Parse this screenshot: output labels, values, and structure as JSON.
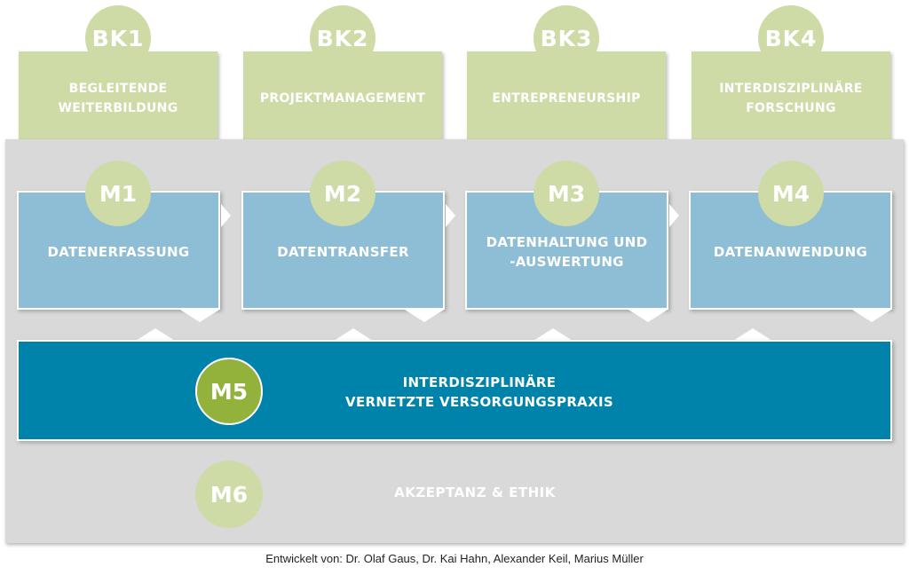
{
  "bk": [
    {
      "code": "BK1",
      "label": "BEGLEITENDE\nWEITERBILDUNG"
    },
    {
      "code": "BK2",
      "label": "PROJEKTMANAGEMENT"
    },
    {
      "code": "BK3",
      "label": "ENTREPRENEURSHIP"
    },
    {
      "code": "BK4",
      "label": "INTERDISZIPLINÄRE\nFORSCHUNG"
    }
  ],
  "modules": [
    {
      "code": "M1",
      "label": "DATENERFASSUNG"
    },
    {
      "code": "M2",
      "label": "DATENTRANSFER"
    },
    {
      "code": "M3",
      "label": "DATENHALTUNG UND\n-AUSWERTUNG"
    },
    {
      "code": "M4",
      "label": "DATENANWENDUNG"
    }
  ],
  "m5": {
    "code": "M5",
    "label": "INTERDISZIPLINÄRE\nVERNETZTE VERSORGUNGSPRAXIS"
  },
  "m6": {
    "code": "M6",
    "label": "AKZEPTANZ & ETHIK"
  },
  "footer": "Entwickelt von: Dr. Olaf Gaus, Dr. Kai Hahn, Alexander Keil, Marius Müller",
  "colors": {
    "bk_green": "#cfdba6",
    "module_blue": "#8ebdd6",
    "m5_blue": "#0083ab",
    "m5_circle_green": "#93b23c",
    "frame_grey": "#d9d9d9"
  }
}
